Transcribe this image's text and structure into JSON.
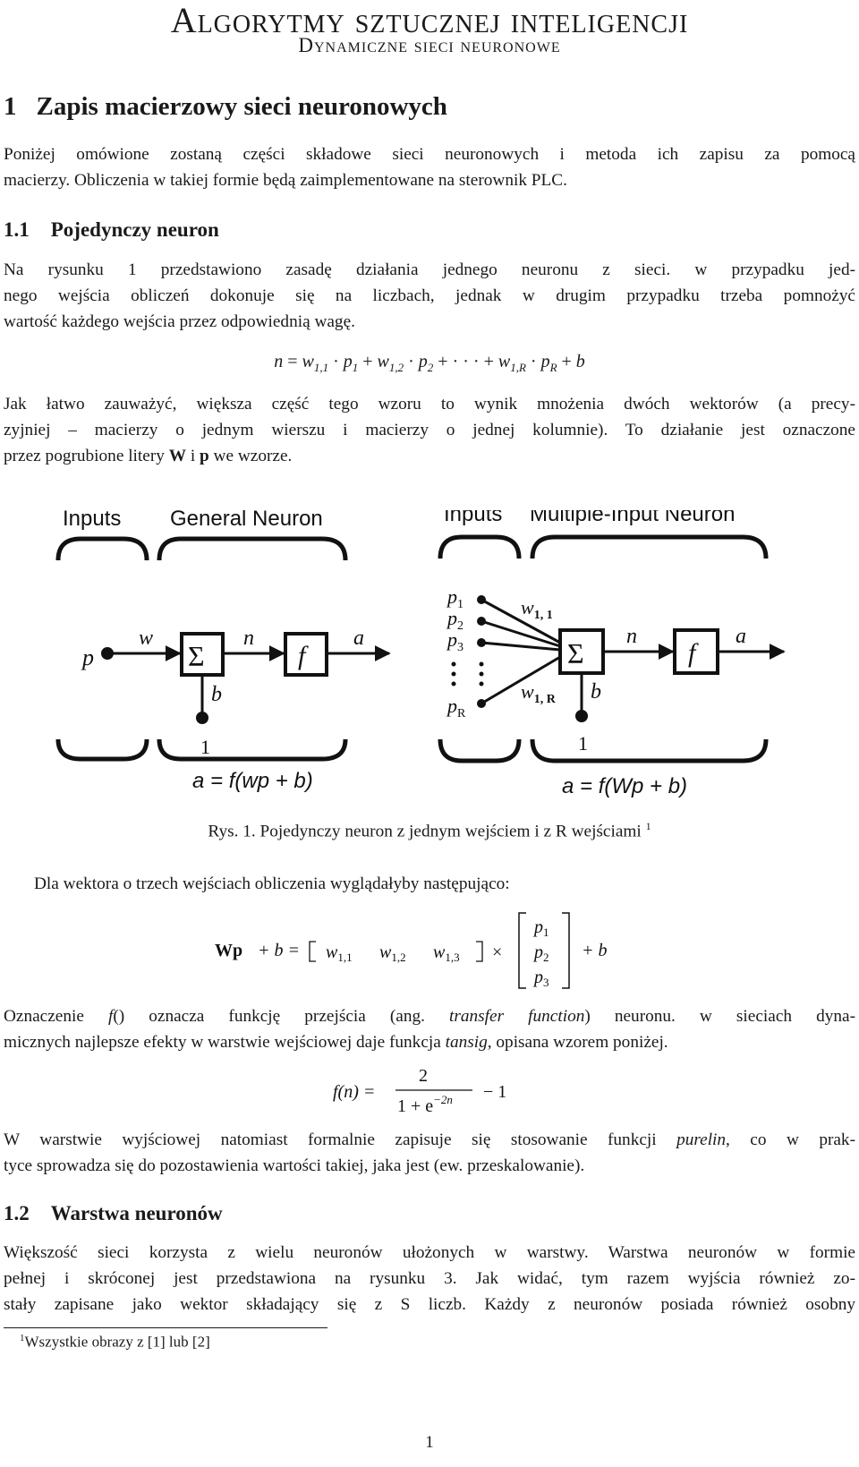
{
  "title": "Algorytmy sztucznej inteligencji",
  "subtitle": "Dynamiczne sieci neuronowe",
  "section1": {
    "num": "1",
    "title": "Zapis macierzowy sieci neuronowych",
    "intro_lines": [
      "Poniżej omówione zostaną części składowe sieci neuronowych i metoda ich zapisu za pomocą",
      "macierzy. Obliczenia w takiej formie będą zaimplementowane na sterownik PLC."
    ]
  },
  "section11": {
    "num": "1.1",
    "title": "Pojedynczy neuron",
    "p1_lines": [
      "Na rysunku 1 przedstawiono zasadę działania jednego neuronu z sieci. w przypadku jed-",
      "nego wejścia obliczeń dokonuje się na liczbach, jednak w drugim przypadku trzeba pomnożyć",
      "wartość każdego wejścia przez odpowiednią wagę."
    ],
    "eq1": {
      "n": "n",
      "eq": "=",
      "w": "w",
      "sub11": "1,1",
      "sub12": "1,2",
      "sub1R": "1,R",
      "dot": "·",
      "p": "p",
      "s1": "1",
      "s2": "2",
      "sR": "R",
      "plus": "+",
      "dots": "· · ·",
      "b": "b"
    },
    "p2_lines": [
      "Jak łatwo zauważyć, większa część tego wzoru to wynik mnożenia dwóch wektorów (a precy-",
      "zyjniej – macierzy o jednym wierszu i macierzy o jednej kolumnie). To działanie jest oznaczone"
    ],
    "p2_last": {
      "before": "przez pogrubione litery ",
      "W": "W",
      "mid": " i ",
      "p": "p",
      "after": " we wzorze."
    }
  },
  "figure": {
    "left_inputs": "Inputs",
    "left_title": "General Neuron",
    "right_inputs": "Inputs",
    "right_title": "Multiple-Input Neuron",
    "p": "p",
    "w": "w",
    "sigma": "Σ",
    "n": "n",
    "f": "f",
    "a": "a",
    "b": "b",
    "one": "1",
    "left_formula": "a = f(wp + b)",
    "p1": "p",
    "p1s": "1",
    "p2": "p",
    "p2s": "2",
    "p3": "p",
    "p3s": "3",
    "pR": "p",
    "pRs": "R",
    "w11": "w",
    "w11s": "1, 1",
    "w1R": "w",
    "w1Rs": "1, R",
    "right_formula": "a = f(Wp + b)"
  },
  "caption": {
    "text": "Rys. 1. Pojedynczy neuron z jednym wejściem i z R wejściami",
    "ref": "1"
  },
  "p3": "Dla wektora o trzech wejściach obliczenia wyglądałyby następująco:",
  "matrix_eq": {
    "Wp": "Wp",
    "plus_b": "+ b =",
    "w": "w",
    "s11": "1,1",
    "s12": "1,2",
    "s13": "1,3",
    "times": "×",
    "p": "p",
    "c1": "1",
    "c2": "2",
    "c3": "3",
    "tail": "+ b"
  },
  "p4_lines": [
    "Oznaczenie f() oznacza funkcję przejścia (ang. transfer function) neuronu. w sieciach dyna-",
    "micznych najlepsze efekty w warstwie wejściowej daje funkcja tansig, opisana wzorem poniżej."
  ],
  "p4_parts": {
    "a": "Oznaczenie ",
    "f": "f",
    "b": "() oznacza funkcję przejścia (ang. ",
    "tf": "transfer function",
    "c": ") neuronu. w sieciach dyna-",
    "d": "micznych najlepsze efekty w warstwie wejściowej daje funkcja ",
    "tansig": "tansig",
    "e": ", opisana wzorem poniżej."
  },
  "frac_eq": {
    "lhs": "f(n) =",
    "num": "2",
    "den_a": "1 + e",
    "den_exp": "−2n",
    "tail": "− 1"
  },
  "p5_parts": {
    "a": "W warstwie wyjściowej natomiast formalnie zapisuje się stosowanie funkcji ",
    "purelin": "purelin",
    "b": ", co w prak-",
    "line2": "tyce sprowadza się do pozostawienia wartości takiej, jaka jest (ew. przeskalowanie)."
  },
  "section12": {
    "num": "1.2",
    "title": "Warstwa neuronów",
    "lines": [
      "Większość sieci korzysta z wielu neuronów ułożonych w warstwy. Warstwa neuronów w formie",
      "pełnej i skróconej jest przedstawiona na rysunku 3. Jak widać, tym razem wyjścia również zo-",
      "stały zapisane jako wektor składający się z S liczb. Każdy z neuronów posiada również osobny"
    ]
  },
  "footnote": {
    "num": "1",
    "text": "Wszystkie obrazy z [1] lub [2]"
  },
  "page_number": "1"
}
